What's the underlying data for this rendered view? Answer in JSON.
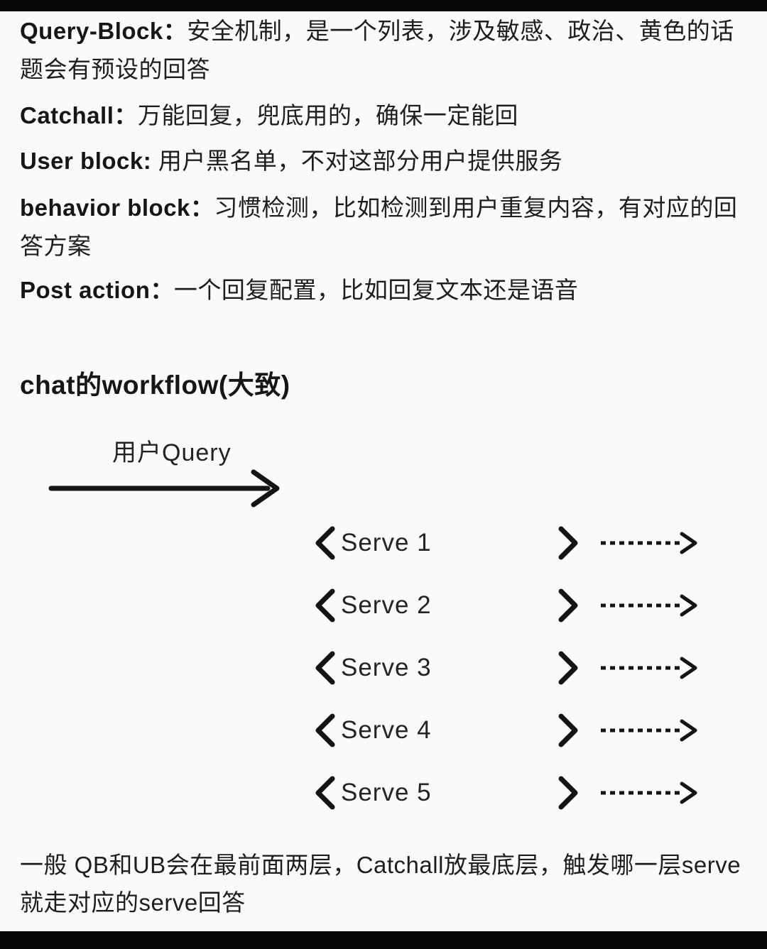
{
  "colors": {
    "background": "#fbfafa",
    "bar": "#060606",
    "text": "#1e1e1e"
  },
  "definitions": [
    {
      "term": "Query-Block：",
      "desc": "安全机制，是一个列表，涉及敏感、政治、黄色的话题会有预设的回答"
    },
    {
      "term": "Catchall：",
      "desc": "万能回复，兜底用的，确保一定能回"
    },
    {
      "term": "User block: ",
      "desc": "用户黑名单，不对这部分用户提供服务"
    },
    {
      "term": "behavior block：",
      "desc": "习惯检测，比如检测到用户重复内容，有对应的回答方案"
    },
    {
      "term": "Post action：",
      "desc": "一个回复配置，比如回复文本还是语音"
    }
  ],
  "heading": "chat的workflow(大致)",
  "diagram": {
    "query_label": "用户Query",
    "serves": [
      {
        "label": "Serve 1"
      },
      {
        "label": "Serve 2"
      },
      {
        "label": "Serve 3"
      },
      {
        "label": "Serve 4"
      },
      {
        "label": "Serve 5"
      }
    ]
  },
  "footer": "一般 QB和UB会在最前面两层，Catchall放最底层，触发哪一层serve就走对应的serve回答"
}
